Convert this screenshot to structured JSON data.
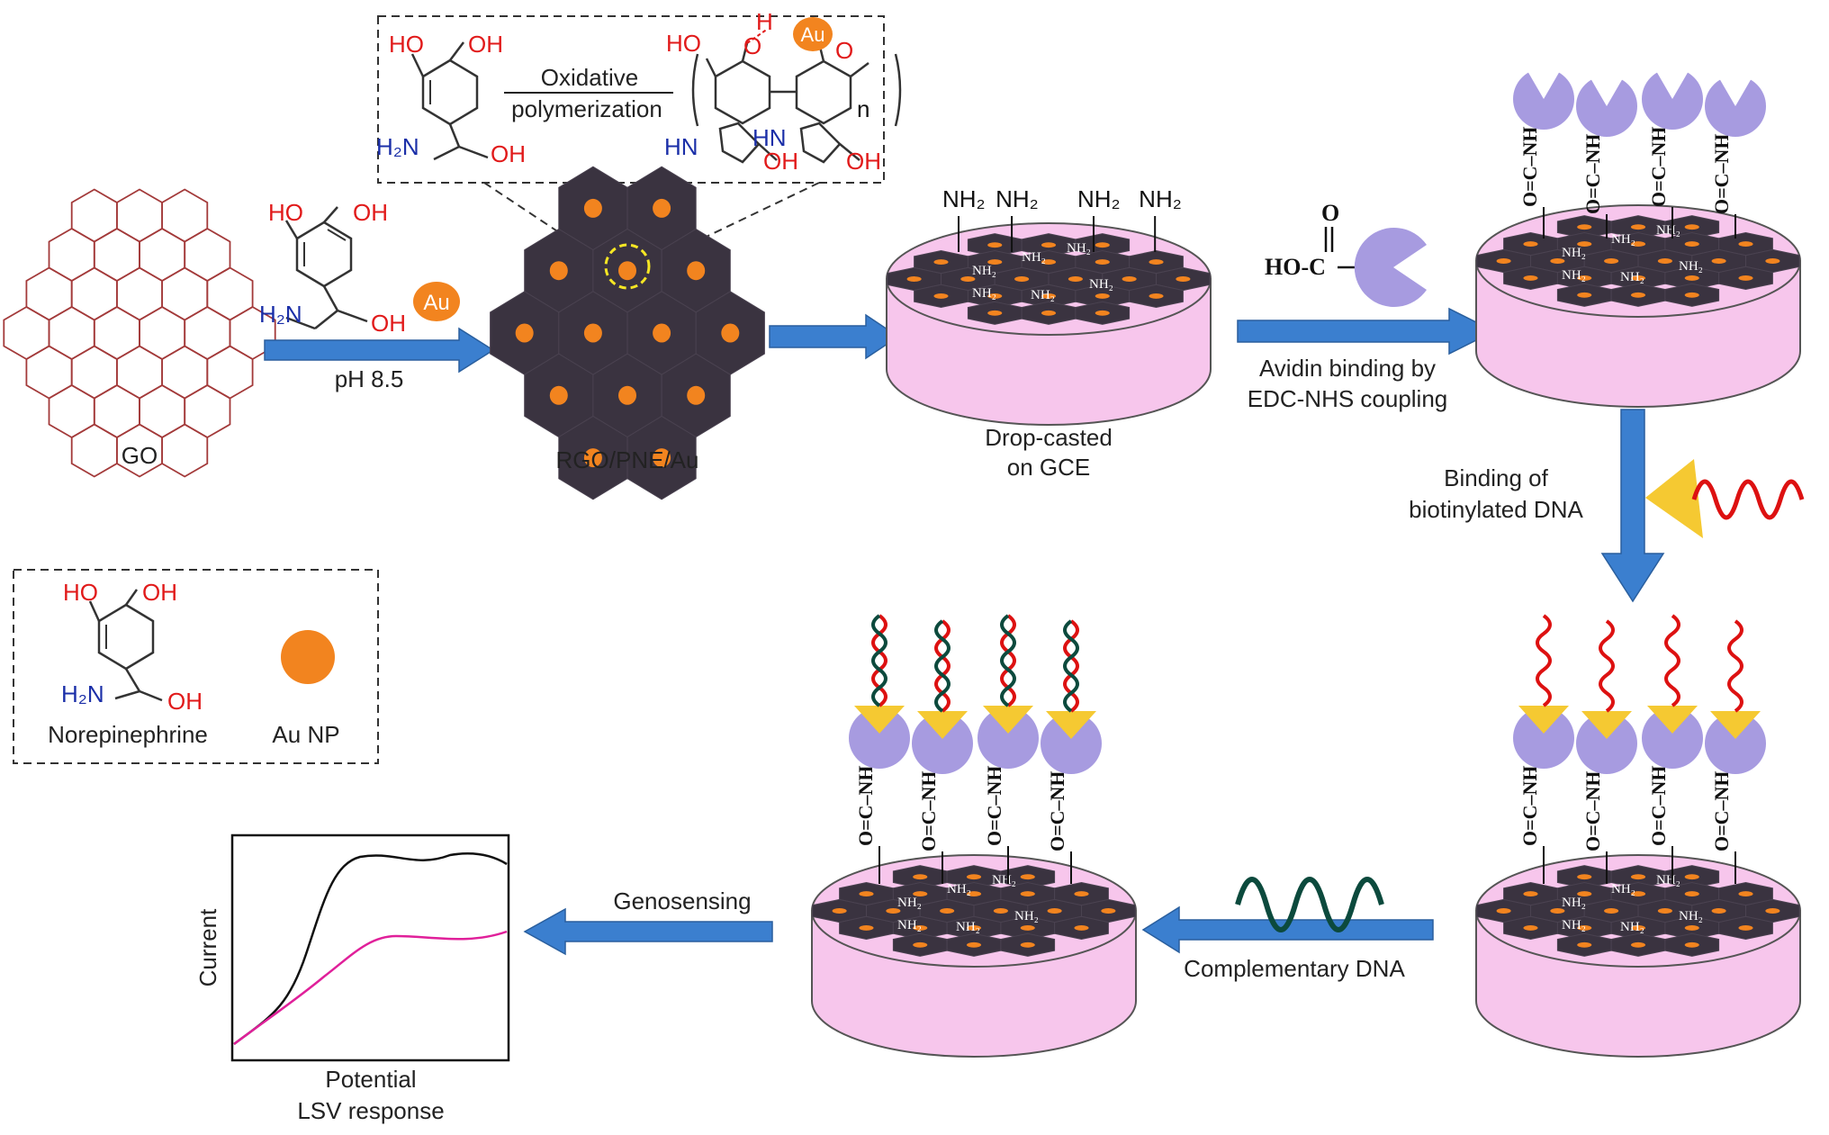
{
  "labels": {
    "go": "GO",
    "ph": "pH 8.5",
    "composite": "RGO/PNE/Au",
    "drop_line1": "Drop-casted",
    "drop_line2": "on GCE",
    "avidin_line1": "Avidin binding by",
    "avidin_line2": "EDC-NHS coupling",
    "binding_line1": "Binding of",
    "binding_line2": "biotinylated DNA",
    "complementary": "Complementary DNA",
    "genosensing": "Genosensing",
    "current": "Current",
    "potential": "Potential",
    "lsv": "LSV response",
    "oxidative": "Oxidative",
    "polymerization": "polymerization",
    "norepinephrine": "Norepinephrine",
    "au_np": "Au NP",
    "au": "Au",
    "n": "n"
  },
  "chem": {
    "ho": "HO",
    "oh": "OH",
    "h2n": "H₂N",
    "hn": "HN",
    "nh2": "NH₂",
    "o": "O",
    "h": "H",
    "hooc": "HO-C",
    "o_top": "O",
    "linker": "O=C–NH–"
  },
  "colors": {
    "arrow": "#3b7fcf",
    "arrow_edge": "#2a5f9e",
    "graphene_line": "#a33a3a",
    "sheet": "#3a3340",
    "au": "#f2841f",
    "electrode": "#f7c6ec",
    "electrode_edge": "#555555",
    "avidin": "#a79be0",
    "biotin": "#f5c932",
    "dna_probe": "#dd1111",
    "dna_target": "#0c4a3d",
    "lsv_black": "#111111",
    "lsv_magenta": "#e0209a",
    "chem_red": "#e11a1a",
    "chem_blue": "#1b2fa8"
  },
  "icons": [
    "graphene-lattice-icon",
    "norepinephrine-structure-icon",
    "au-nanoparticle-icon",
    "electrode-disk-icon",
    "avidin-icon",
    "biotin-triangle-icon",
    "dna-strand-icon",
    "flow-arrow-icon"
  ]
}
